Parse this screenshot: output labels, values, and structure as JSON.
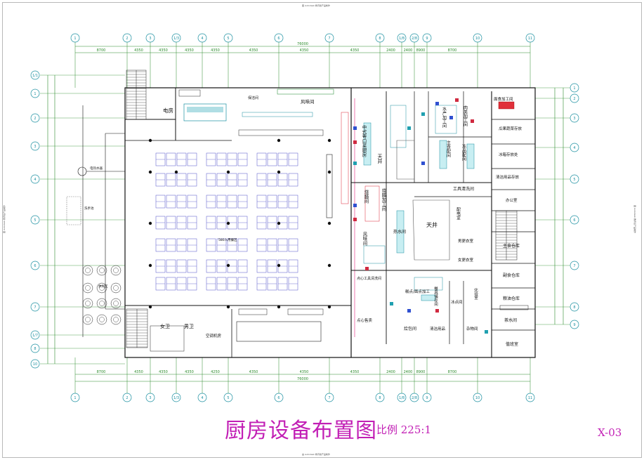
{
  "drawing": {
    "title": "厨房设备布置图",
    "scale_label": "比例 225:1",
    "sheet_number": "X-03",
    "top_margin_text": "图 Autodesk 教育版产品制作",
    "bottom_margin_text": "由 Autodesk 教育版产品制作",
    "side_margin_text": "图 Autodesk 教育版产品制作"
  },
  "grid": {
    "col_labels": [
      "1",
      "2",
      "3",
      "1/3",
      "4",
      "5",
      "6",
      "7",
      "8",
      "1/8",
      "2/8",
      "9",
      "10",
      "11"
    ],
    "row_labels": [
      "1/1",
      "1",
      "2",
      "3",
      "4",
      "5",
      "6",
      "7",
      "1/7",
      "8",
      "10"
    ],
    "right_row_labels": [
      "1",
      "2",
      "3",
      "4",
      "5",
      "6",
      "7",
      "8",
      "9"
    ],
    "top_dims": [
      "8700",
      "4350",
      "4350",
      "4350",
      "4350",
      "4350",
      "4350",
      "4350",
      "2400",
      "2400",
      "8900",
      "8700"
    ],
    "top_total": "76000",
    "bottom_dims": [
      "8700",
      "4350",
      "4350",
      "4350",
      "4250",
      "4350",
      "4350",
      "4350",
      "2400",
      "2400",
      "8900",
      "8700"
    ],
    "bottom_total": "76000"
  },
  "rooms": {
    "dian_fang": "电房",
    "feng_chu_jian": "风味间",
    "bao_jie_jian": "保洁间",
    "zhong_shi_re_zhi": "中式粤口菜厨房",
    "tian_jing_1": "天井",
    "zao_du_jian": "烧腊间",
    "shao_la_jia_gong": "烧腊加工间",
    "shu_cai_jia_gong": "水产加工间",
    "rou_lei_jia_gong": "肉类加工间",
    "zhu_shi_pei_jian": "主食配间",
    "za_kuai_jian": "冻品配间",
    "gong_ju_qing_xi": "工具清洗间",
    "pei_dian_shi": "配电室",
    "tian_jing_2": "天井",
    "feng_wei_jian": "风味间",
    "re_shui_jian": "热水间",
    "nan_geng_yi": "男更衣室",
    "nv_geng_yi": "女更衣室",
    "dian_xin_gong_ju": "点心工具清洗间",
    "mian_dian_jia_gong": "糕点/面点加工",
    "bing_dian_jian": "冰点间",
    "dian_xin_jing_shou": "点心售卖",
    "hui_bao_jian": "烩包间",
    "can_ju_jian": "餐具储存间",
    "qing_jie_yong_pin": "清洁用品",
    "za_wu_jian": "杂物间",
    "yan_yang_jian": "烧腊间",
    "hua_yan_shi": "化验室",
    "mian_shi_jia_gong": "面食加工间",
    "guo_shu_bao_xian": "瓜果蔬菜存放",
    "bing_xiang_cun_fang": "冰箱存放处",
    "qing_jie_cun_fang": "清洁用品存放",
    "ban_gong_shi": "办公室",
    "zhu_shi_cang_ku": "主食仓库",
    "fu_shi_cang_ku": "副食仓库",
    "tiao_liao_cang_ku": "粮油仓库",
    "cha_shui_jian": "茶水间",
    "zhi_ban_shi": "值班室",
    "nv_wei": "女卫",
    "nan_wei": "男卫",
    "kong_tiao_ji_fang": "空调机房",
    "dining_label": "580人用餐区",
    "side_area": "洗手池",
    "side_area_2": "休闲区",
    "water_heater": "电热水器"
  }
}
